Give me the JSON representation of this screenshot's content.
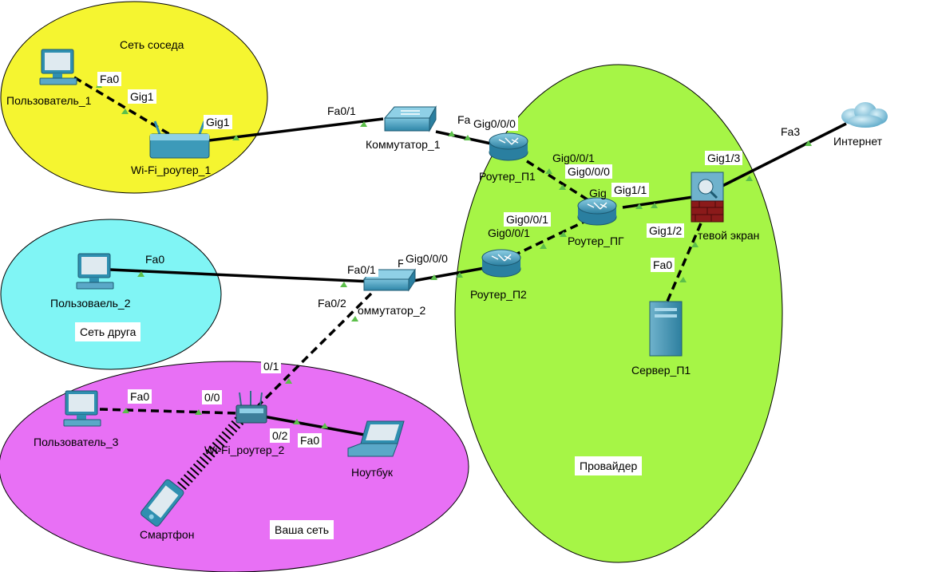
{
  "zones": {
    "neighbor": "Сеть соседа",
    "friend": "Сеть друга",
    "yours": "Ваша сеть",
    "provider": "Провайдер"
  },
  "devices": {
    "user1": "Пользователь_1",
    "wifi1": "Wi-Fi_роутер_1",
    "switch1": "Коммутатор_1",
    "router_p1": "Роутер_П1",
    "router_pg": "Роутер_ПГ",
    "router_p2": "Роутер_П2",
    "firewall": "тевой экран",
    "internet": "Интернет",
    "server_p1": "Сервер_П1",
    "user2": "Пользоваель_2",
    "switch2": "оммутатор_2",
    "user3": "Пользователь_3",
    "wifi2": "Wi-Fi_роутер_2",
    "laptop": "Ноутбук",
    "phone": "Смартфон"
  },
  "ports": {
    "p_user1_fa0": "Fa0",
    "p_wifi1_gig1_a": "Gig1",
    "p_wifi1_gig1_b": "Gig1",
    "p_sw1_fa01": "Fa0/1",
    "p_sw1_fa": "Fa",
    "p_p1_gig000": "Gig0/0/0",
    "p_p1_gig001": "Gig0/0/1",
    "p_pg_gig000": "Gig0/0/0",
    "p_pg_gig": "Gig",
    "p_pg_gig11": "Gig1/1",
    "p_pg_gig001": "Gig0/0/1",
    "p_p2_gig001": "Gig0/0/1",
    "p_fw_gig13": "Gig1/3",
    "p_fw_gig12": "Gig1/2",
    "p_inet_fa3": "Fa3",
    "p_srv_fa0": "Fa0",
    "p_user2_fa0": "Fa0",
    "p_sw2_fa01": "Fa0/1",
    "p_sw2_f": "F",
    "p_sw2_fa02": "Fa0/2",
    "p_p2_gig000": "Gig0/0/0",
    "p_wifi2_01": "0/1",
    "p_user3_fa0": "Fa0",
    "p_wifi2_00": "0/0",
    "p_wifi2_02": "0/2",
    "p_laptop_fa0": "Fa0"
  },
  "colors": {
    "neighbor_zone": "#f5f530",
    "friend_zone": "#80f5f5",
    "yours_zone": "#e870f5",
    "provider_zone": "#a6f546",
    "link_marker": "#5cbf4a",
    "device_blue": "#2f8fb0"
  }
}
